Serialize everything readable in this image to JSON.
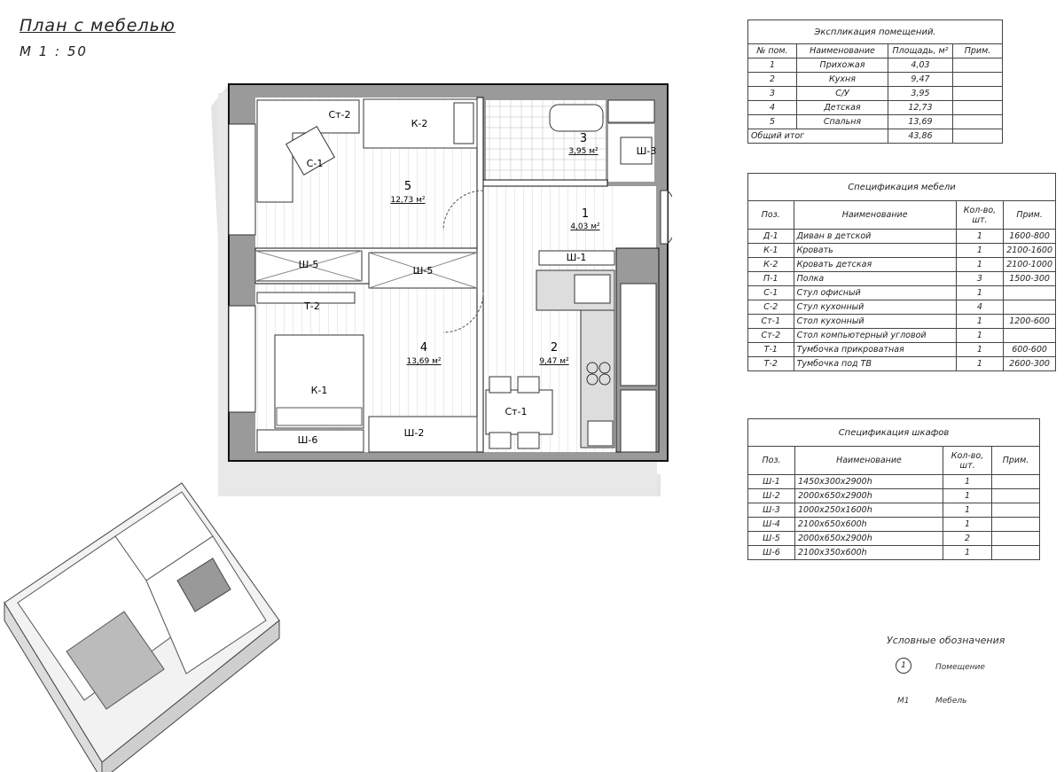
{
  "title": "План с мебелью",
  "scale": "М 1 : 50",
  "rooms_table": {
    "caption": "Экспликация помещений.",
    "headers": [
      "№ пом.",
      "Наименование",
      "Площадь, м²",
      "Прим."
    ],
    "rows": [
      [
        "1",
        "Прихожая",
        "4,03",
        ""
      ],
      [
        "2",
        "Кухня",
        "9,47",
        ""
      ],
      [
        "3",
        "С/У",
        "3,95",
        ""
      ],
      [
        "4",
        "Детская",
        "12,73",
        ""
      ],
      [
        "5",
        "Спальня",
        "13,69",
        ""
      ]
    ],
    "total_label": "Общий итог",
    "total_value": "43,86"
  },
  "furniture_table": {
    "caption": "Спецификация мебели",
    "headers": [
      "Поз.",
      "Наименование",
      "Кол-во, шт.",
      "Прим."
    ],
    "rows": [
      [
        "Д-1",
        "Диван в детской",
        "1",
        "1600-800"
      ],
      [
        "К-1",
        "Кровать",
        "1",
        "2100-1600"
      ],
      [
        "К-2",
        "Кровать детская",
        "1",
        "2100-1000"
      ],
      [
        "П-1",
        "Полка",
        "3",
        "1500-300"
      ],
      [
        "С-1",
        "Стул офисный",
        "1",
        ""
      ],
      [
        "С-2",
        "Стул кухонный",
        "4",
        ""
      ],
      [
        "Ст-1",
        "Стол кухонный",
        "1",
        "1200-600"
      ],
      [
        "Ст-2",
        "Стол компьютерный угловой",
        "1",
        ""
      ],
      [
        "Т-1",
        "Тумбочка прикроватная",
        "1",
        "600-600"
      ],
      [
        "Т-2",
        "Тумбочка под ТВ",
        "1",
        "2600-300"
      ]
    ]
  },
  "wardrobe_table": {
    "caption": "Спецификация шкафов",
    "headers": [
      "Поз.",
      "Наименование",
      "Кол-во, шт.",
      "Прим."
    ],
    "rows": [
      [
        "Ш-1",
        "1450х300х2900h",
        "1",
        ""
      ],
      [
        "Ш-2",
        "2000х650х2900h",
        "1",
        ""
      ],
      [
        "Ш-3",
        "1000х250х1600h",
        "1",
        ""
      ],
      [
        "Ш-4",
        "2100х650х600h",
        "1",
        ""
      ],
      [
        "Ш-5",
        "2000х650х2900h",
        "2",
        ""
      ],
      [
        "Ш-6",
        "2100х350х600h",
        "1",
        ""
      ]
    ]
  },
  "plan_labels": {
    "room1_num": "1",
    "room1_area": "4,03 м²",
    "room2_num": "2",
    "room2_area": "9,47 м²",
    "room3_num": "3",
    "room3_area": "3,95 м²",
    "room4_num": "4",
    "room4_area": "13,69 м²",
    "room5_num": "5",
    "room5_area": "12,73 м²",
    "st2": "Ст-2",
    "k2": "К-2",
    "c1": "С-1",
    "sh3": "Ш-3",
    "sh5a": "Ш-5",
    "sh5b": "Ш-5",
    "sh1": "Ш-1",
    "t2": "Т-2",
    "k1": "К-1",
    "st1": "Ст-1",
    "sh6": "Ш-6",
    "sh2": "Ш-2"
  },
  "legend": {
    "title": "Условные обозначения",
    "room_symbol": "1",
    "room_label": "Помещение",
    "furniture_symbol": "М1",
    "furniture_label": "Мебель"
  }
}
